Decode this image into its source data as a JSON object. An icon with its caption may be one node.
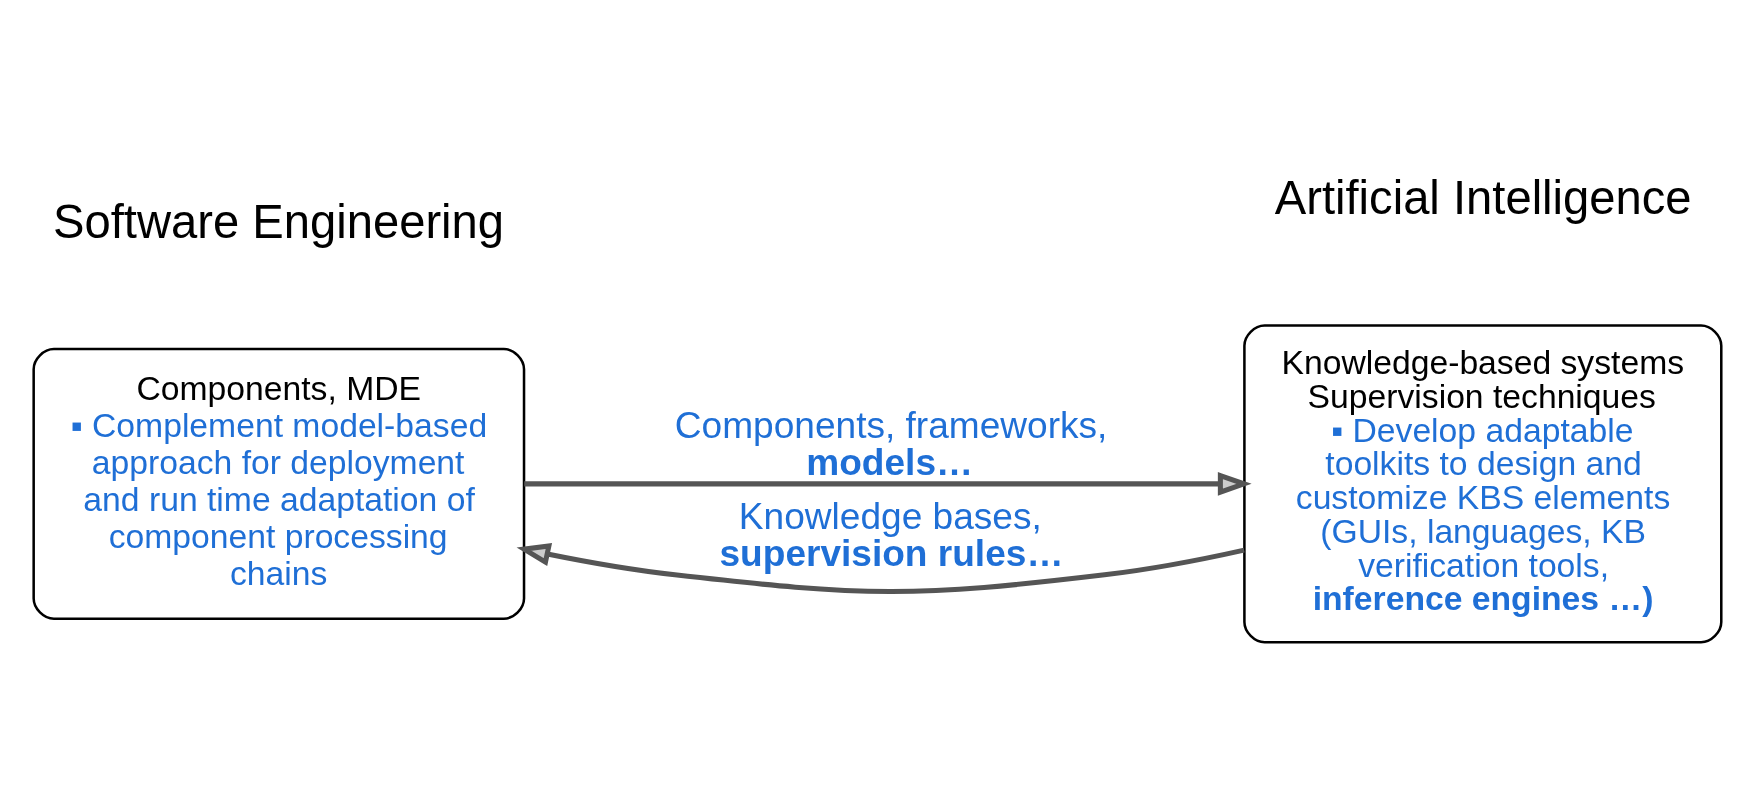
{
  "diagram": {
    "nodes": [
      {
        "text": [
          "Components, MDE",
          "▪ Complement model-based approach for deployment and run time adaptation of component processing chains"
        ]
      },
      {
        "text": [
          "Knowledge-based systems",
          "Supervision techniques",
          "▪ Develop adaptable toolkits to design and customize KBS elements (GUIs, languages, KB verification tools, **inference engines …)**"
        ]
      }
    ],
    "edges": [
      {
        "from": 0,
        "to": 1,
        "arrow": "to",
        "label": "Components, frameworks, **models…**"
      },
      {
        "from": 1,
        "to": 0,
        "arrow": "to",
        "label": "Knowledge bases, **supervision rules…**"
      }
    ],
    "labels": [
      "Software Engineering",
      "Artificial Intelligence"
    ]
  }
}
